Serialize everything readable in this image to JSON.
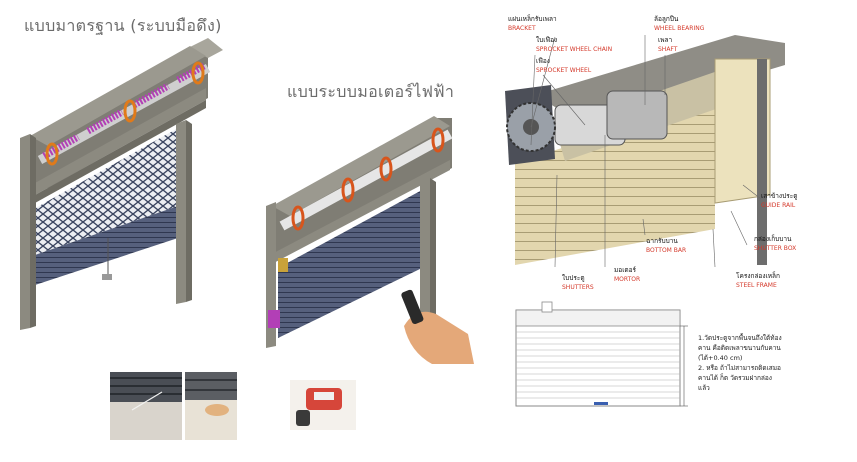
{
  "titles": {
    "manual": "แบบมาตรฐาน (ระบบมือดึง)",
    "motor": "แบบระบบมอเตอร์ไฟฟ้า"
  },
  "parts": [
    {
      "th": "แผ่นเหล็กรับเพลา",
      "en": "BRACKET"
    },
    {
      "th": "ใบเฟือง",
      "en": "SPROCKET WHEEL CHAIN"
    },
    {
      "th": "เฟือง",
      "en": "SPROCKET WHEEL"
    },
    {
      "th": "ล้อลูกปืน",
      "en": "WHEEL BEARING"
    },
    {
      "th": "เพลา",
      "en": "SHAFT"
    },
    {
      "th": "เสาข้างประตู",
      "en": "GUIDE RAIL"
    },
    {
      "th": "กล่องเก็บบาน",
      "en": "SHUTTER BOX"
    },
    {
      "th": "ฉากรับบาน",
      "en": "BOTTOM BAR"
    },
    {
      "th": "โครงกล่องเหล็ก",
      "en": "STEEL FRAME"
    },
    {
      "th": "มอเตอร์",
      "en": "MORTOR"
    },
    {
      "th": "ใบประตู",
      "en": "SHUTTERS"
    }
  ],
  "notes": [
    "1.วัดประตูจากพื้นจนถึงใต้ท้อง",
    "คาน คือติดเพลาขนานกับคาน",
    "(ได้+0.40 cm)",
    "2. หรือ ถ้าไม่สามารถติดเสมอ",
    "คานได้ ก็ต วัดรวมฝากล่อง",
    "แล้ว"
  ],
  "colors": {
    "frame": "#8c8a80",
    "frame_dark": "#6e6c63",
    "shutter_blue": "#4c5774",
    "shutter_cream": "#e2d6ae",
    "spring_pink": "#b23fb6",
    "ring_orange": "#e07a1a",
    "label_red": "#d4382a"
  }
}
